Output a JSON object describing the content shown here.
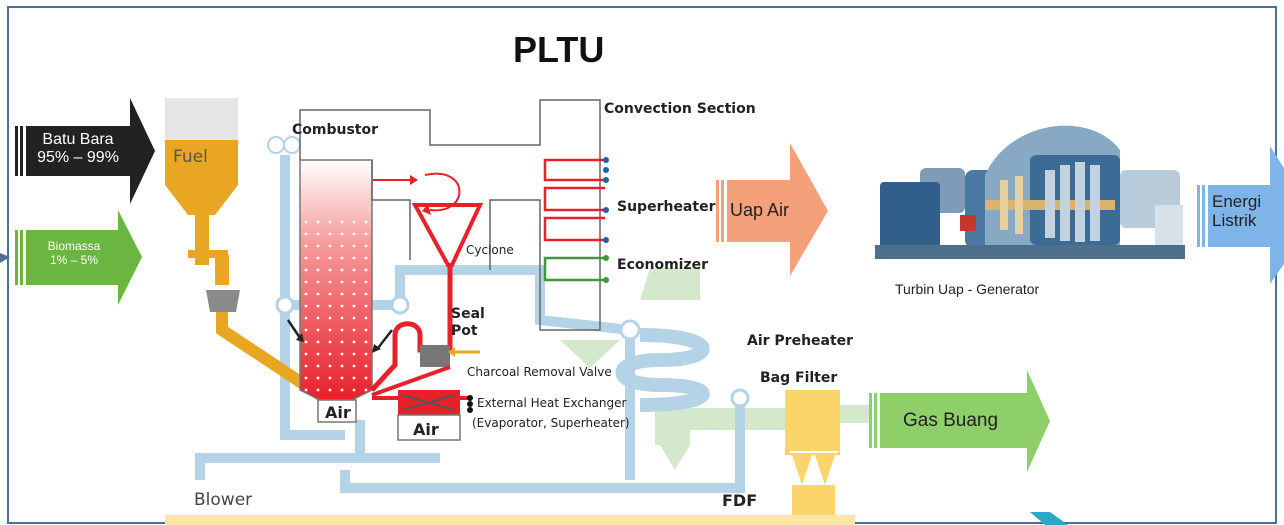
{
  "title": "PLTU",
  "inputs": {
    "coal": {
      "name": "Batu Bara",
      "share": "95% – 99%",
      "color": "#222222"
    },
    "biomass": {
      "name": "Biomassa",
      "share": "1% – 5%",
      "color": "#6bb640"
    }
  },
  "components": {
    "fuel": "Fuel",
    "combustor": "Combustor",
    "convection_section": "Convection Section",
    "superheater": "Superheater",
    "cyclone": "Cyclone",
    "economizer": "Economizer",
    "seal_pot_line1": "Seal",
    "seal_pot_line2": "Pot",
    "charcoal_removal_valve": "Charcoal Removal Valve",
    "external_heat_exchanger": "External Heat Exchanger",
    "external_heat_exchanger_sub": "(Evaporator, Superheater)",
    "air_preheater": "Air Preheater",
    "bag_filter": "Bag Filter",
    "air_main": "Air",
    "air_exchanger": "Air",
    "blower": "Blower",
    "fdf": "FDF"
  },
  "outputs": {
    "steam": {
      "label": "Uap Air",
      "color": "#f4a07a"
    },
    "turbine_caption": "Turbin Uap - Generator",
    "electricity_line1": "Energi",
    "electricity_line2": "Listrik",
    "electricity_color": "#7fb4e8",
    "flue_gas": {
      "label": "Gas Buang",
      "color": "#8ecf6a"
    }
  },
  "colors": {
    "frame": "#4f6f93",
    "pipe_blue": "#b5d3e6",
    "fuel_gold": "#e8a622",
    "hot_red": "#e8202a",
    "economizer_green": "#3a9a3a",
    "light_green": "#c9e2c0"
  }
}
